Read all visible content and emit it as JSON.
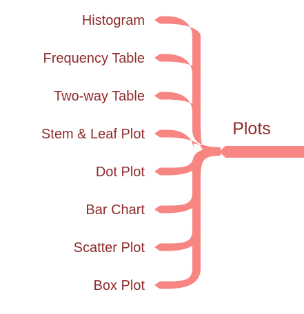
{
  "mindmap": {
    "root": {
      "label": "Plots"
    },
    "branches": [
      {
        "label": "Histogram"
      },
      {
        "label": "Frequency Table"
      },
      {
        "label": "Two-way Table"
      },
      {
        "label": "Stem & Leaf Plot"
      },
      {
        "label": "Dot Plot"
      },
      {
        "label": "Bar Chart"
      },
      {
        "label": "Scatter Plot"
      },
      {
        "label": "Box Plot"
      }
    ]
  },
  "colors": {
    "branch": "#F78683",
    "text": "#8E2A2A",
    "background": "#FFFFFF"
  }
}
